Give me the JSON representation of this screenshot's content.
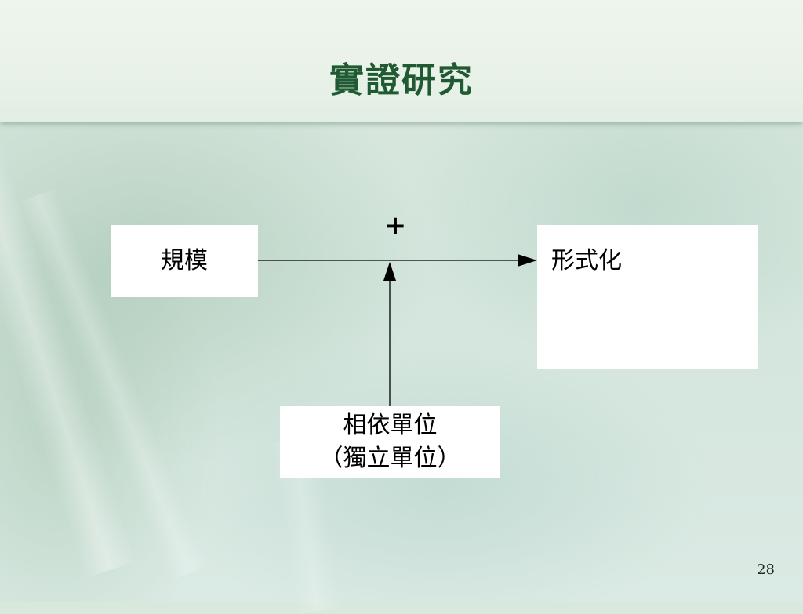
{
  "slide": {
    "title": "實證研究",
    "page_number": "28"
  },
  "diagram": {
    "nodes": {
      "independent": "規模",
      "dependent": "形式化",
      "moderator_line1": "相依單位",
      "moderator_line2": "（獨立單位）"
    },
    "relationship_sign": "+",
    "edges": [
      {
        "from": "independent",
        "to": "dependent",
        "sign": "+"
      },
      {
        "from": "moderator",
        "to": "independent-dependent-edge"
      }
    ]
  }
}
